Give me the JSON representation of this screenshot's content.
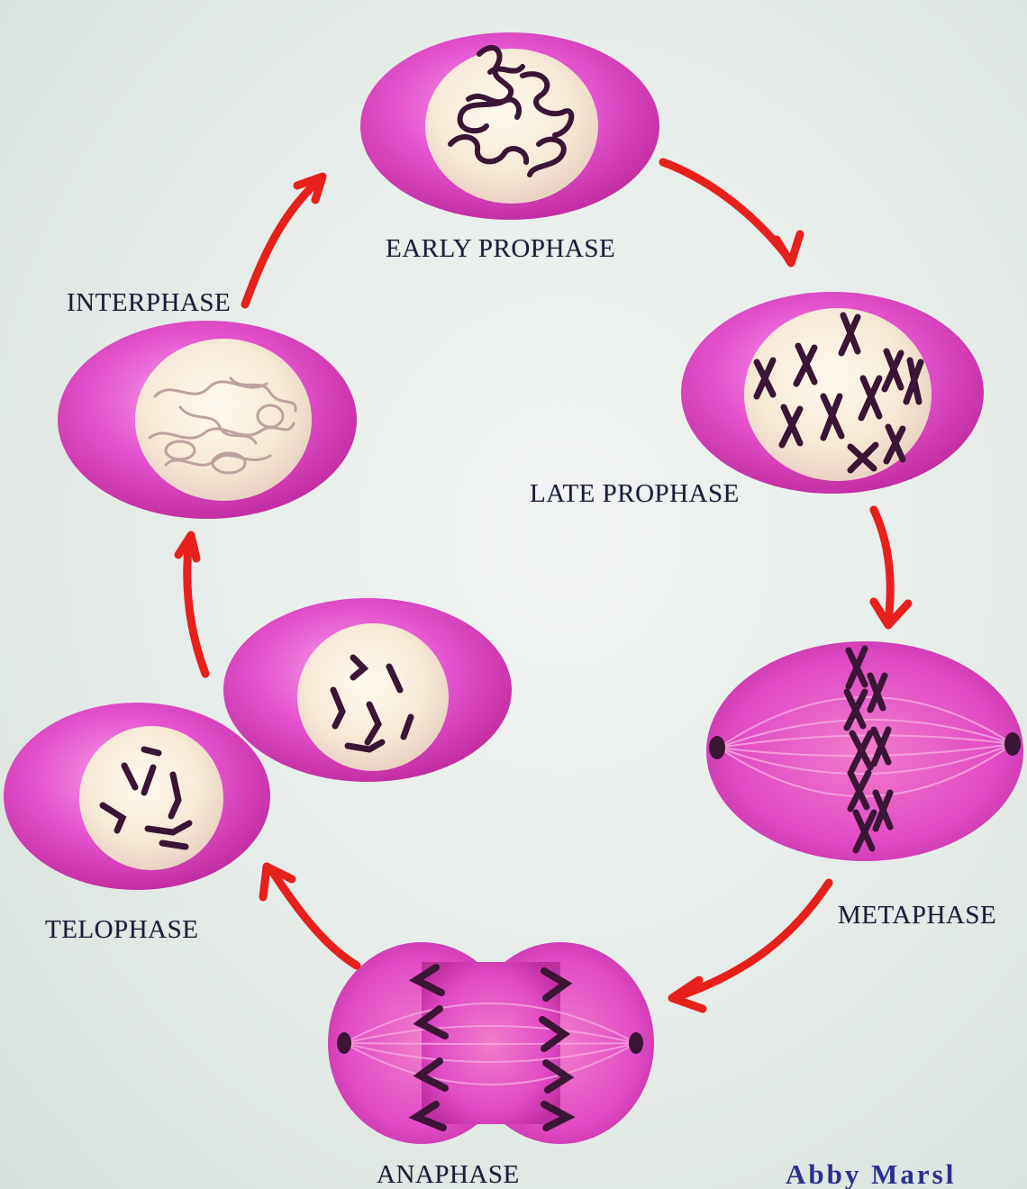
{
  "diagram": {
    "stages": [
      {
        "id": "early-prophase",
        "label": "EARLY PROPHASE"
      },
      {
        "id": "late-prophase",
        "label": "LATE PROPHASE"
      },
      {
        "id": "metaphase",
        "label": "METAPHASE"
      },
      {
        "id": "anaphase",
        "label": "ANAPHASE"
      },
      {
        "id": "telophase",
        "label": "TELOPHASE"
      },
      {
        "id": "interphase",
        "label": "INTERPHASE"
      }
    ],
    "cycle_order": [
      "interphase",
      "early-prophase",
      "late-prophase",
      "metaphase",
      "anaphase",
      "telophase",
      "interphase"
    ],
    "credit": "Abby Marsl"
  },
  "colors": {
    "cell": "#e04fcf",
    "cell_dark": "#c9349f",
    "nucleus": "#f7ecd8",
    "chromosome": "#3a1535",
    "arrow": "#e8201c",
    "label": "#1f1c3a",
    "credit": "#2a2f8f"
  }
}
